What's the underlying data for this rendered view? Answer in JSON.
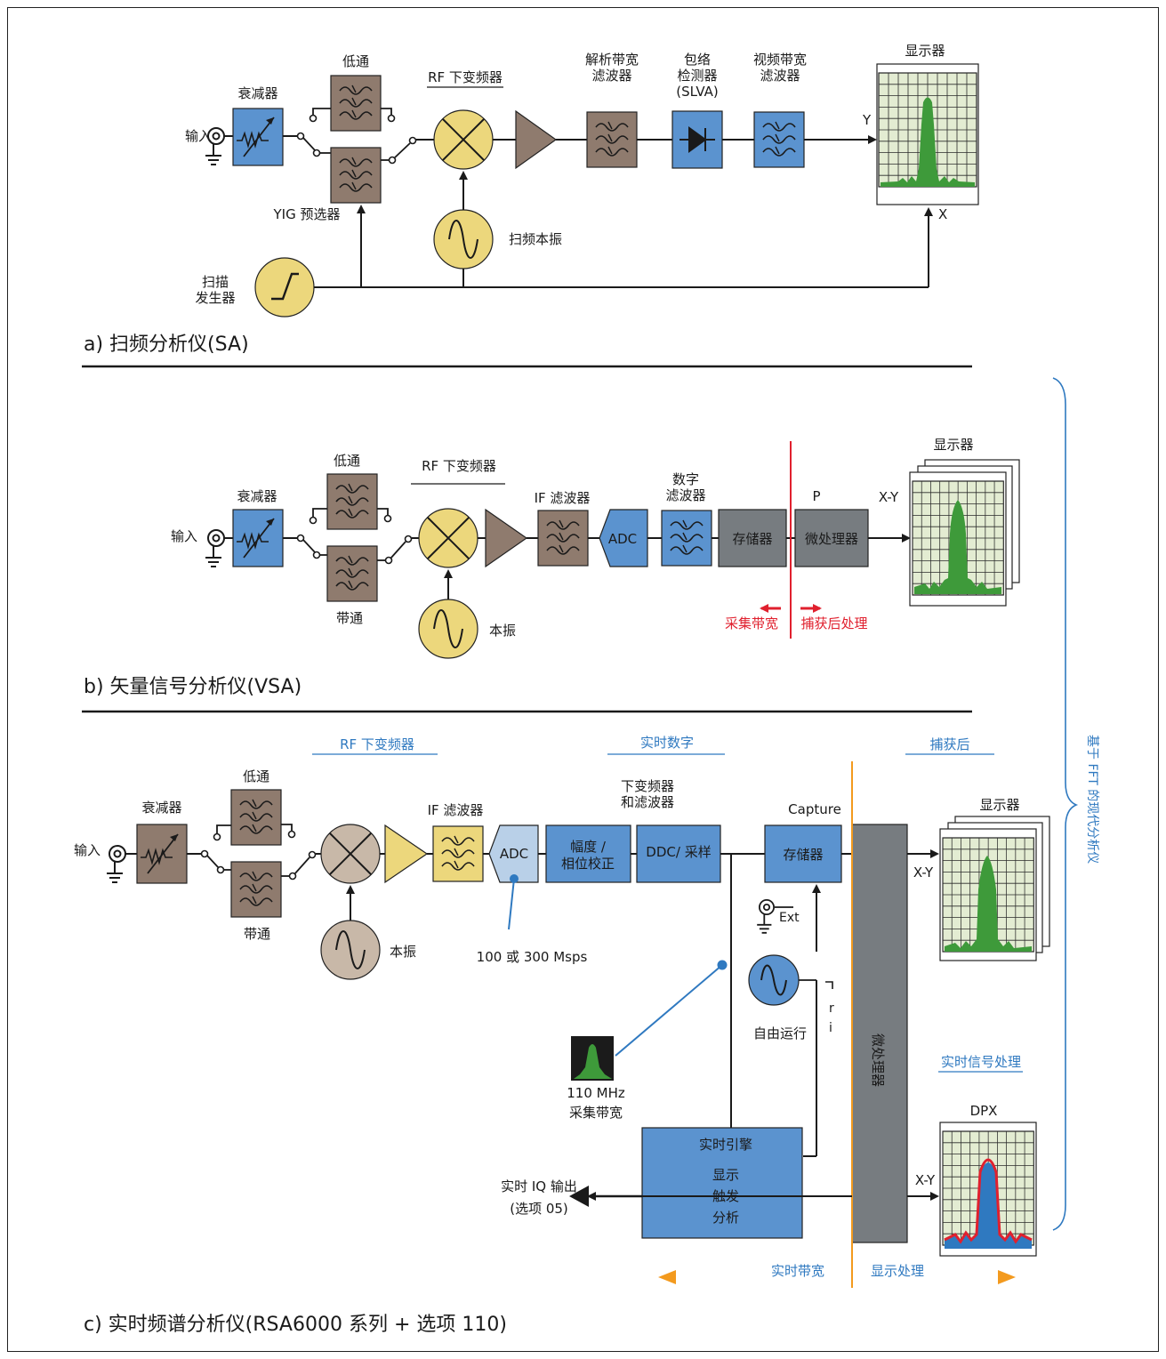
{
  "panel_a": {
    "caption": "a) 扫频分析仪(SA)",
    "input": "输入",
    "attenuator": "衰减器",
    "lowpass": "低通",
    "yig": "YIG 预选器",
    "rf_down": "RF 下变频器",
    "rbw_1": "解析带宽",
    "rbw_2": "滤波器",
    "env_1": "包络",
    "env_2": "检测器",
    "env_3": "(SLVA)",
    "vbw_1": "视频带宽",
    "vbw_2": "滤波器",
    "display": "显示器",
    "y": "Y",
    "x": "X",
    "sweep_lo": "扫频本振",
    "sweep_gen_1": "扫描",
    "sweep_gen_2": "发生器"
  },
  "panel_b": {
    "caption": "b) 矢量信号分析仪(VSA)",
    "input": "输入",
    "attenuator": "衰减器",
    "lowpass": "低通",
    "bandpass": "带通",
    "rf_down": "RF 下变频器",
    "lo": "本振",
    "if_filter": "IF 滤波器",
    "adc": "ADC",
    "digital_1": "数字",
    "digital_2": "滤波器",
    "memory": "存储器",
    "processor": "微处理器",
    "p": "P",
    "xy": "X-Y",
    "display": "显示器",
    "acq_bw": "采集带宽",
    "post": "捕获后处理"
  },
  "panel_c": {
    "caption": "c) 实时频谱分析仪(RSA6000 系列 + 选项 110)",
    "hdr_rf": "RF 下变频器",
    "hdr_rt": "实时数字",
    "hdr_post": "捕获后",
    "input": "输入",
    "attenuator": "衰减器",
    "lowpass": "低通",
    "bandpass": "带通",
    "lo": "本振",
    "if_filter": "IF 滤波器",
    "adc": "ADC",
    "rate": "100 或 300 Msps",
    "amp_1": "幅度 /",
    "amp_2": "相位校正",
    "ddc_hdr_1": "下变频器",
    "ddc_hdr_2": "和滤波器",
    "ddc": "DDC/ 采样",
    "capture": "Capture",
    "memory": "存储器",
    "ext": "Ext",
    "free_run": "自由运行",
    "trig_r": "r",
    "trig_i": "i",
    "processor": "微处理器",
    "xy1": "X-Y",
    "xy2": "X-Y",
    "display": "显示器",
    "rt_sig": "实时信号处理",
    "dpx": "DPX",
    "bw_1": "110 MHz",
    "bw_2": "采集带宽",
    "engine": "实时引擎",
    "eng_1": "显示",
    "eng_2": "触发",
    "eng_3": "分析",
    "iq_1": "实时 IQ 输出",
    "iq_2": "(选项 05)",
    "rt_bw": "实时带宽",
    "disp_proc": "显示处理"
  },
  "side_label": "基于 FFT 的现代分析仪",
  "colors": {
    "brown": "#8f7b6e",
    "blue": "#5b93cf",
    "yellow": "#ecd77c",
    "gray": "#777c80",
    "screen": "#e3ecd2",
    "green": "#3e9a3a",
    "red": "#e0202e",
    "orange": "#f39a1e",
    "accent_blue": "#2f79c0"
  }
}
